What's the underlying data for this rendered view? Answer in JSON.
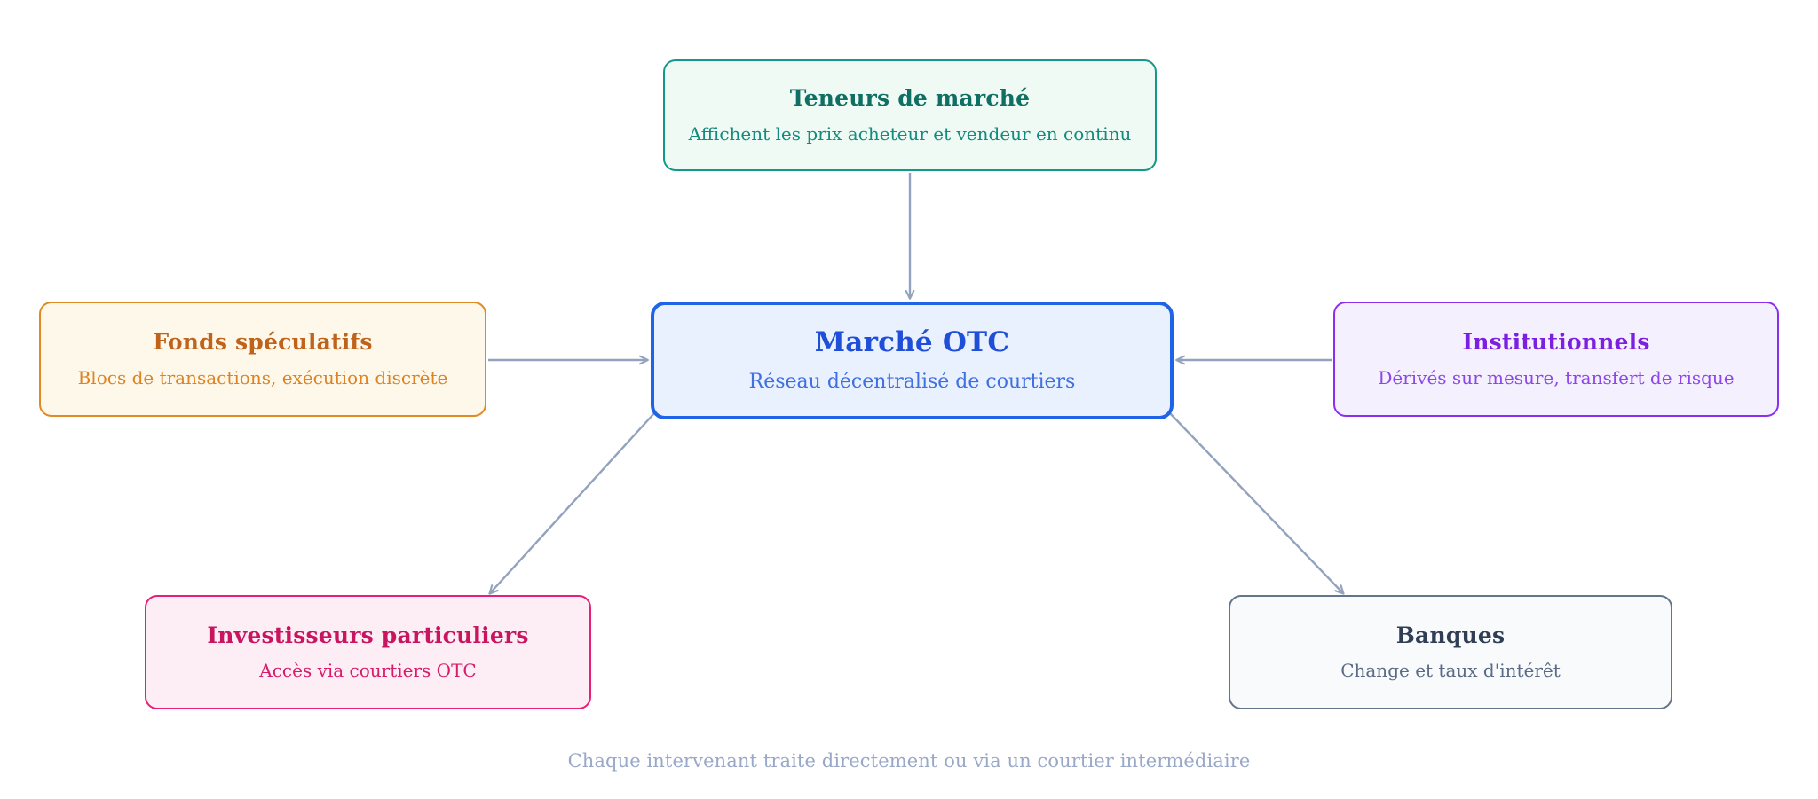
{
  "diagram": {
    "type": "hub-and-spoke",
    "caption": "Chaque intervenant traite directement ou via un courtier intermédiaire",
    "caption_color": "#9aa8c7",
    "background": "#ffffff",
    "edge_color": "#93a3bd"
  },
  "nodes": {
    "center": {
      "id": "otc-market",
      "title": "Marché OTC",
      "subtitle": "Réseau décentralisé de courtiers",
      "border_color": "#1f63e8",
      "fill_color": "#eaf1fe",
      "title_color": "#1f4fd8",
      "subtitle_color": "#3f6fe0"
    },
    "top": {
      "id": "market-makers",
      "title": "Teneurs de marché",
      "subtitle": "Affichent les prix acheteur et vendeur en continu",
      "border_color": "#13998a",
      "fill_color": "#f0faf4",
      "title_color": "#0f6f63",
      "subtitle_color": "#138b7d"
    },
    "left": {
      "id": "hedge-funds",
      "title": "Fonds spéculatifs",
      "subtitle": "Blocs de transactions, exécution discrète",
      "border_color": "#e08a24",
      "fill_color": "#fdf8e9",
      "title_color": "#c0621a",
      "subtitle_color": "#dd8324"
    },
    "right": {
      "id": "institutional",
      "title": "Institutionnels",
      "subtitle": "Dérivés sur mesure, transfert de risque",
      "border_color": "#8c2ef0",
      "fill_color": "#f5f0fe",
      "title_color": "#7b1fe0",
      "subtitle_color": "#8c47ea"
    },
    "bottom_left": {
      "id": "retail-investors",
      "title": "Investisseurs particuliers",
      "subtitle": "Accès via courtiers OTC",
      "border_color": "#e91e78",
      "fill_color": "#fdeef5",
      "title_color": "#c9155f",
      "subtitle_color": "#d81b6b"
    },
    "bottom_right": {
      "id": "banks",
      "title": "Banques",
      "subtitle": "Change et taux d'intérêt",
      "border_color": "#64748b",
      "fill_color": "#f8fafc",
      "title_color": "#2f3e55",
      "subtitle_color": "#5a6b85"
    }
  },
  "edges": [
    {
      "id": "edge-market-makers-to-otc",
      "from": "market-makers",
      "to": "otc-market",
      "direction": "down"
    },
    {
      "id": "edge-hedge-funds-to-otc",
      "from": "hedge-funds",
      "to": "otc-market",
      "direction": "right"
    },
    {
      "id": "edge-institutional-to-otc",
      "from": "institutional",
      "to": "otc-market",
      "direction": "left"
    },
    {
      "id": "edge-otc-to-retail",
      "from": "otc-market",
      "to": "retail-investors",
      "direction": "down-left"
    },
    {
      "id": "edge-otc-to-banks",
      "from": "otc-market",
      "to": "banks",
      "direction": "down-right"
    }
  ]
}
